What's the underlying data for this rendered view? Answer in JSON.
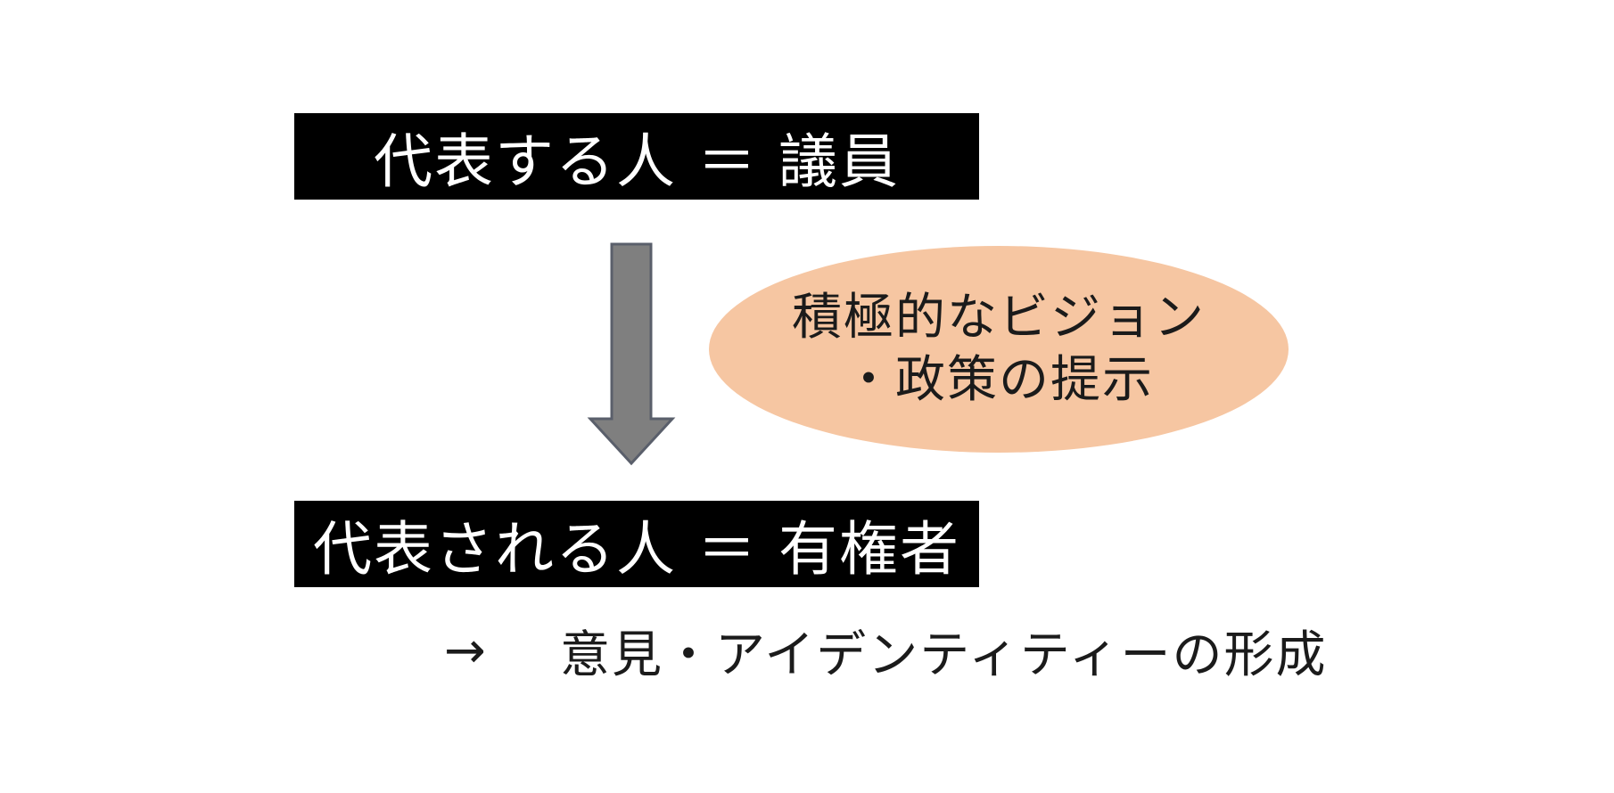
{
  "diagram": {
    "top_box": "代表する人 ＝ 議員",
    "bottom_box": "代表される人 ＝ 有権者",
    "ellipse": {
      "line1": "積極的なビジョン",
      "line2": "・政策の提示"
    },
    "result": {
      "arrow": "→",
      "text": "意見・アイデンティティーの形成"
    },
    "colors": {
      "box_background": "#000000",
      "box_text": "#ffffff",
      "arrow_fill": "#7f7f7f",
      "arrow_stroke": "#5a5f6b",
      "ellipse_fill": "#f6c6a2",
      "text": "#1b1b1b"
    }
  }
}
